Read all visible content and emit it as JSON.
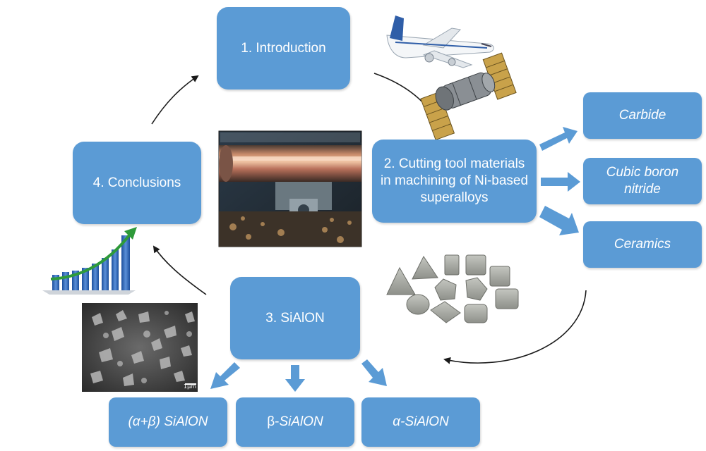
{
  "nodes": {
    "introduction": "1. Introduction",
    "cutting_tools": "2. Cutting tool materials in machining of Ni-based superalloys",
    "sialon": "3. SiAlON",
    "conclusions": "4. Conclusions"
  },
  "materials": {
    "carbide": "Carbide",
    "cbn": "Cubic boron nitride",
    "ceramics": "Ceramics"
  },
  "sialon_types": {
    "alpha_beta": "(α+β) SiAlON",
    "beta_prefix": "β-",
    "beta_italic": "SiAlON",
    "alpha": "α-SiAlON"
  },
  "scale_bar": "1μm",
  "colors": {
    "box_fill": "#5b9bd5",
    "arrow_fill": "#5b9bd5",
    "cycle_arrow": "#1a1a1a"
  }
}
